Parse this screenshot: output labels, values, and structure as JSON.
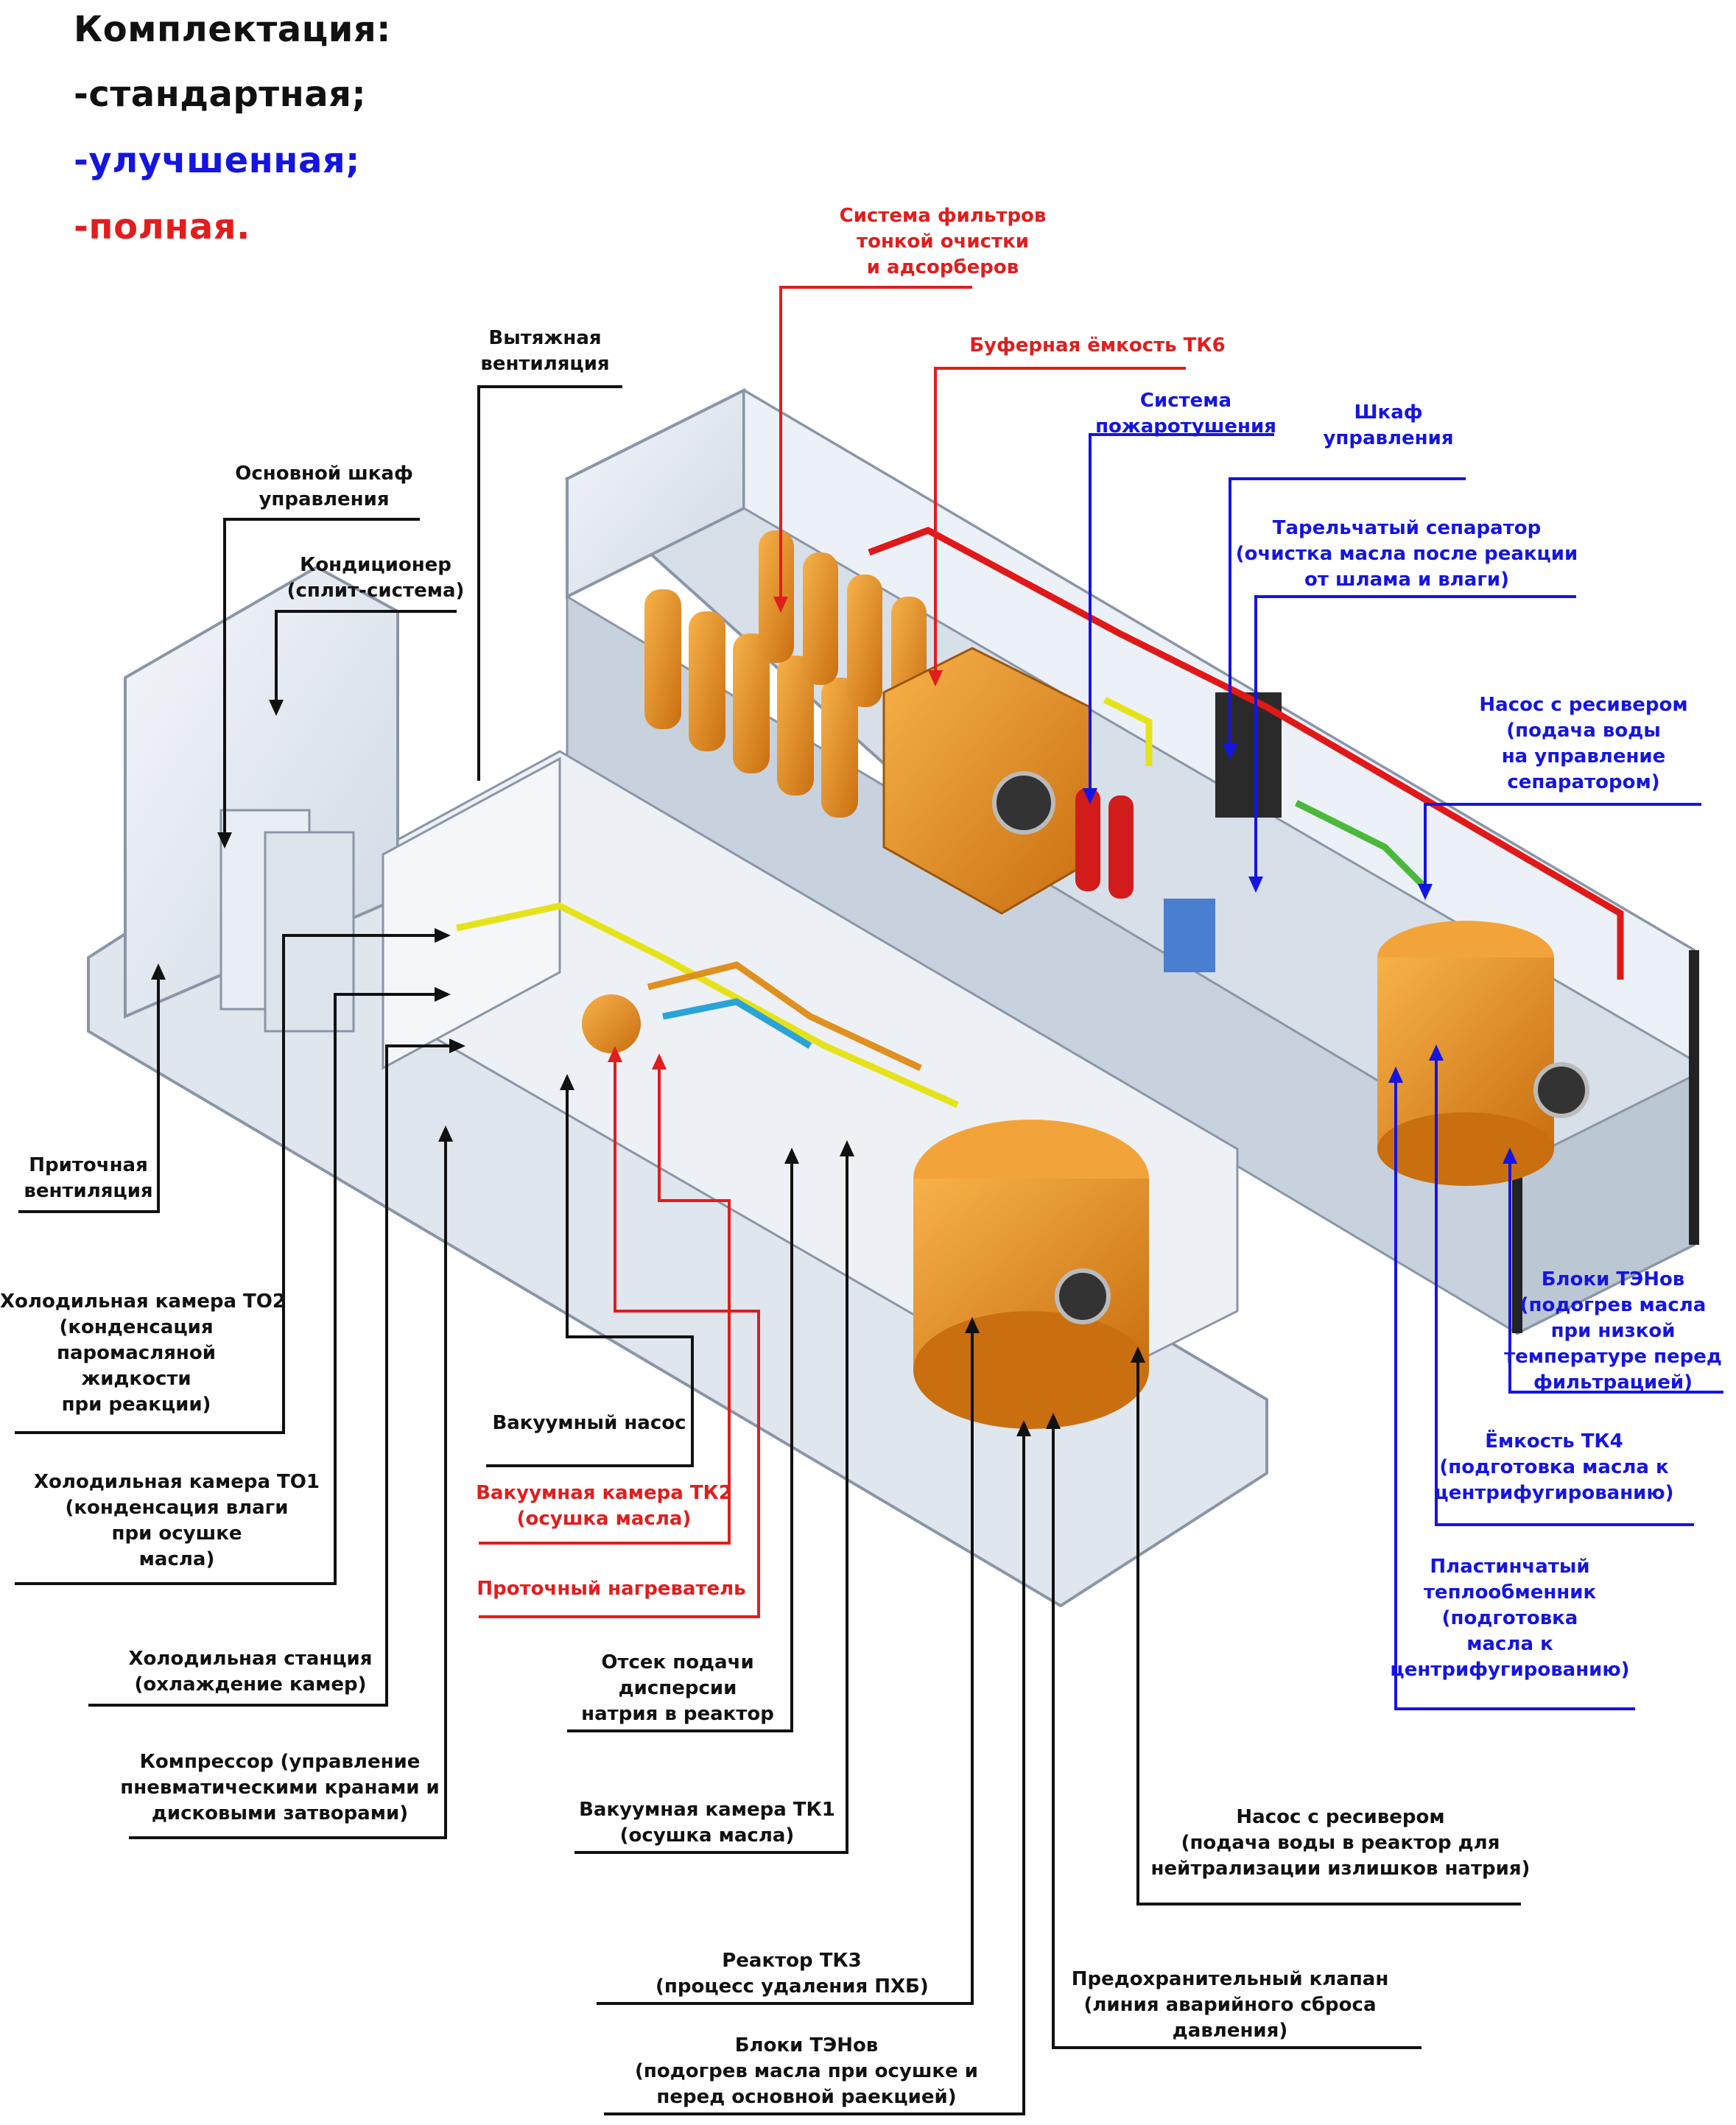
{
  "colors": {
    "black": "#111111",
    "blue": "#1515e0",
    "red": "#e11d1d",
    "orange": "#e8902a",
    "panel": "#e6edf6"
  },
  "legend": {
    "title": "Комплектация:",
    "items": [
      {
        "text": "-стандартная;",
        "color": "#111111"
      },
      {
        "text": "-улучшенная;",
        "color": "#1515e0"
      },
      {
        "text": "-полная.",
        "color": "#e11d1d"
      }
    ]
  },
  "labels": {
    "filters": [
      "Система фильтров",
      "тонкой очистки",
      "и адсорберов"
    ],
    "buffer_tank": [
      "Буферная ёмкость ТК6"
    ],
    "fire_system": [
      "Система",
      "пожаротушения"
    ],
    "control_cabinet_right": [
      "Шкаф",
      "управления"
    ],
    "disc_separator": [
      "Тарельчатый сепаратор",
      "(очистка масла после реакции",
      "от шлама и влаги)"
    ],
    "pump_receiver_sep": [
      "Насос с ресивером",
      "(подача воды",
      "на управление",
      "сепаратором)"
    ],
    "exhaust": [
      "Вытяжная",
      "вентиляция"
    ],
    "main_cabinet": [
      "Основной шкаф",
      "управления"
    ],
    "conditioner": [
      "Кондиционер",
      "(сплит-система)"
    ],
    "supply_vent": [
      "Приточная",
      "вентиляция"
    ],
    "cold_to2": [
      "Холодильная камера ТО2",
      "(конденсация",
      "паромасляной",
      "жидкости",
      "при реакции)"
    ],
    "cold_to1": [
      "Холодильная камера ТО1",
      "(конденсация влаги",
      "при осушке",
      "масла)"
    ],
    "cold_station": [
      "Холодильная станция",
      "(охлаждение камер)"
    ],
    "compressor": [
      "Компрессор (управление",
      "пневматическими кранами и",
      "дисковыми затворами)"
    ],
    "vacuum_pump": [
      "Вакуумный насос"
    ],
    "vacuum_tk2": [
      "Вакуумная камера ТК2",
      "(осушка масла)"
    ],
    "flow_heater": [
      "Проточный нагреватель"
    ],
    "sodium_bay": [
      "Отсек подачи",
      "дисперсии",
      "натрия в реактор"
    ],
    "vacuum_tk1": [
      "Вакуумная камера ТК1",
      "(осушка масла)"
    ],
    "reactor": [
      "Реактор ТК3",
      "(процесс удаления ПХБ)"
    ],
    "heaters_main": [
      "Блоки ТЭНов",
      "(подогрев масла при осушке и",
      "перед основной раекцией)"
    ],
    "safety_valve": [
      "Предохранительный клапан",
      "(линия аварийного сброса",
      "давления)"
    ],
    "pump_receiver_reactor": [
      "Насос с ресивером",
      "(подача воды в реактор для",
      "нейтрализации излишков натрия)"
    ],
    "heaters_filter": [
      "Блоки ТЭНов",
      "(подогрев масла",
      "при низкой",
      "температуре перед",
      "фильтрацией)"
    ],
    "tank_tk4": [
      "Ёмкость ТК4",
      "(подготовка масла к",
      "центрифугированию)"
    ],
    "plate_exchanger": [
      "Пластинчатый",
      "теплообменник",
      "(подготовка",
      "масла к",
      "центрифугированию)"
    ]
  }
}
